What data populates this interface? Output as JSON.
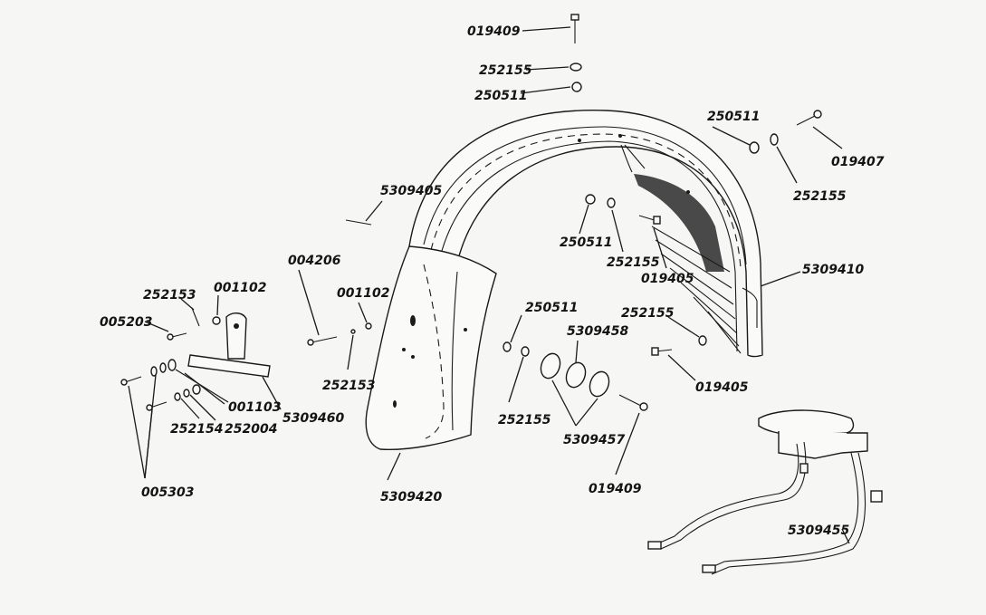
{
  "labels": {
    "bolt_top": "019409",
    "washer_top": "252155",
    "nut_top": "250511",
    "nut_right": "250511",
    "bolt_right": "019407",
    "washer_right": "252155",
    "rod_left": "5309405",
    "nut_mid": "250511",
    "washer_mid": "252155",
    "bolt_mid": "019405",
    "fender_rear": "5309410",
    "bolt_long": "004206",
    "screw_small_mid": "001102",
    "washer_small_mid": "252153",
    "washer_small_left": "252153",
    "screw_small_left": "001102",
    "bolt_short_left": "005203",
    "bracket_left": "5309460",
    "screw_bracket": "001103",
    "washer_bracket_a": "252154",
    "washer_bracket_b": "252004",
    "bolts_bottom_left": "005303",
    "fender_front": "5309420",
    "nut_badge": "250511",
    "washer_badge": "252155",
    "badge": "5309458",
    "badges_pair": "5309457",
    "bolt_badge": "019409",
    "washer_lower_right": "252155",
    "bolt_lower_right": "019405",
    "stay": "5309455"
  }
}
